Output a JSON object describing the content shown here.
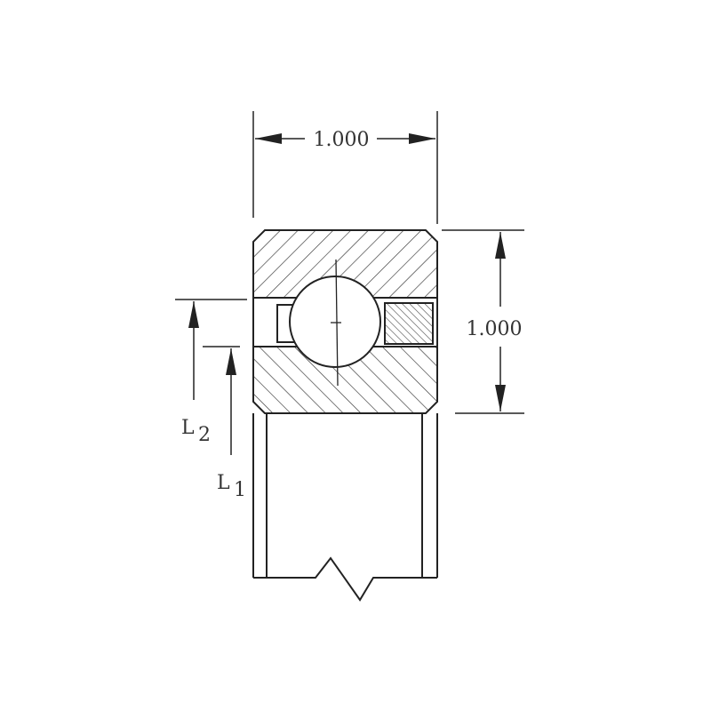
{
  "drawing": {
    "title": "Thin section bearing cross-section",
    "dimensions": {
      "width_label": "1.000",
      "height_label": "1.000"
    },
    "labels": {
      "l2_main": "L",
      "l2_sub": "2",
      "l1_main": "L",
      "l1_sub": "1"
    },
    "colors": {
      "line": "#222222",
      "background": "#ffffff"
    }
  }
}
